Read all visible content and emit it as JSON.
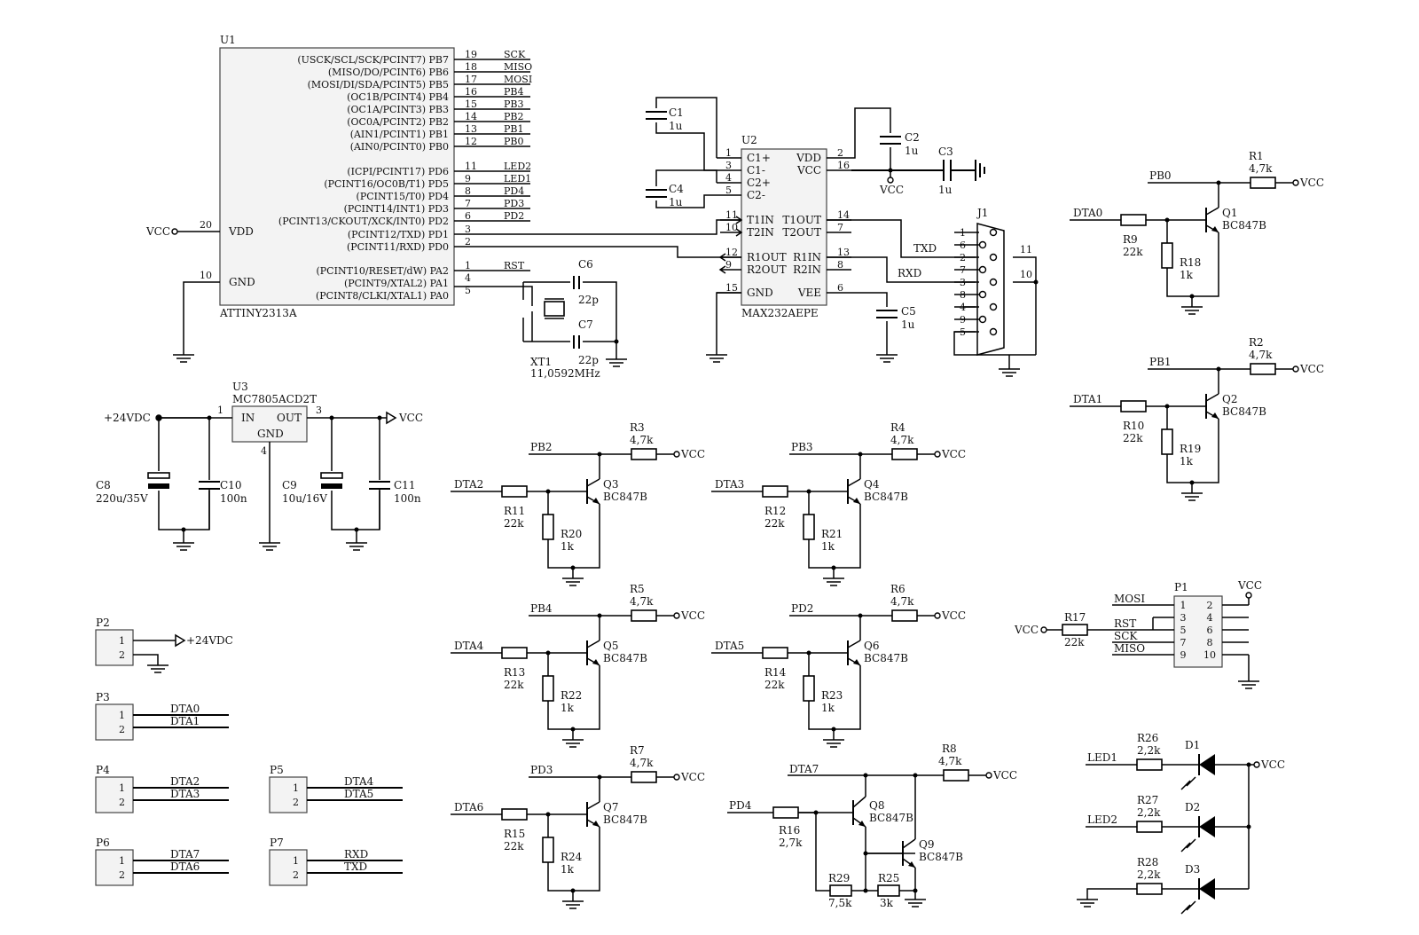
{
  "ic": {
    "u1": {
      "ref": "U1",
      "part": "ATTINY2313A",
      "vdd_label": "VDD",
      "vdd_pin": "20",
      "vcc_net": "VCC",
      "gnd_label": "GND",
      "gnd_pin": "10",
      "pins": [
        {
          "name": "(USCK/SCL/SCK/PCINT7) PB7",
          "num": "19",
          "net": "SCK"
        },
        {
          "name": "(MISO/DO/PCINT6) PB6",
          "num": "18",
          "net": "MISO"
        },
        {
          "name": "(MOSI/DI/SDA/PCINT5) PB5",
          "num": "17",
          "net": "MOSI"
        },
        {
          "name": "(OC1B/PCINT4) PB4",
          "num": "16",
          "net": "PB4"
        },
        {
          "name": "(OC1A/PCINT3) PB3",
          "num": "15",
          "net": "PB3"
        },
        {
          "name": "(OC0A/PCINT2) PB2",
          "num": "14",
          "net": "PB2"
        },
        {
          "name": "(AIN1/PCINT1) PB1",
          "num": "13",
          "net": "PB1"
        },
        {
          "name": "(AIN0/PCINT0) PB0",
          "num": "12",
          "net": "PB0"
        },
        {
          "name": "(ICPI/PCINT17) PD6",
          "num": "11",
          "net": "LED2"
        },
        {
          "name": "(PCINT16/OC0B/T1) PD5",
          "num": "9",
          "net": "LED1"
        },
        {
          "name": "(PCINT15/T0) PD4",
          "num": "8",
          "net": "PD4"
        },
        {
          "name": "(PCINT14/INT1) PD3",
          "num": "7",
          "net": "PD3"
        },
        {
          "name": "(PCINT13/CKOUT/XCK/INT0) PD2",
          "num": "6",
          "net": "PD2"
        },
        {
          "name": "(PCINT12/TXD) PD1",
          "num": "3",
          "net": ""
        },
        {
          "name": "(PCINT11/RXD) PD0",
          "num": "2",
          "net": ""
        },
        {
          "name": "(PCINT10/RESET/dW) PA2",
          "num": "1",
          "net": "RST"
        },
        {
          "name": "(PCINT9/XTAL2) PA1",
          "num": "4",
          "net": ""
        },
        {
          "name": "(PCINT8/CLKI/XTAL1) PA0",
          "num": "5",
          "net": ""
        }
      ]
    },
    "u2": {
      "ref": "U2",
      "part": "MAX232AEPE",
      "left": [
        {
          "name": "C1+",
          "num": "1"
        },
        {
          "name": "C1-",
          "num": "3"
        },
        {
          "name": "C2+",
          "num": "4"
        },
        {
          "name": "C2-",
          "num": "5"
        },
        {
          "name": "T1IN",
          "num": "11"
        },
        {
          "name": "T2IN",
          "num": "10"
        },
        {
          "name": "R1OUT",
          "num": "12"
        },
        {
          "name": "R2OUT",
          "num": "9"
        },
        {
          "name": "GND",
          "num": "15"
        }
      ],
      "right": [
        {
          "name": "VDD",
          "num": "2"
        },
        {
          "name": "VCC",
          "num": "16"
        },
        {
          "name": "T1OUT",
          "num": "14"
        },
        {
          "name": "T2OUT",
          "num": "7"
        },
        {
          "name": "R1IN",
          "num": "13"
        },
        {
          "name": "R2IN",
          "num": "8"
        },
        {
          "name": "VEE",
          "num": "6"
        }
      ]
    },
    "u3": {
      "ref": "U3",
      "part": "MC7805ACD2T",
      "in": "IN",
      "out": "OUT",
      "gnd": "GND",
      "pin_in": "1",
      "pin_out": "3",
      "pin_gnd": "4"
    },
    "j1": {
      "ref": "J1",
      "pins": [
        "1",
        "6",
        "2",
        "7",
        "3",
        "8",
        "4",
        "9",
        "5"
      ],
      "shell": [
        "11",
        "10"
      ],
      "txd": "TXD",
      "rxd": "RXD"
    }
  },
  "caps": {
    "c1": {
      "ref": "C1",
      "val": "1u"
    },
    "c2": {
      "ref": "C2",
      "val": "1u"
    },
    "c3": {
      "ref": "C3",
      "val": "1u"
    },
    "c4": {
      "ref": "C4",
      "val": "1u"
    },
    "c5": {
      "ref": "C5",
      "val": "1u"
    },
    "c6": {
      "ref": "C6",
      "val": "22p"
    },
    "c7": {
      "ref": "C7",
      "val": "22p"
    },
    "c8": {
      "ref": "C8",
      "val": "220u/35V"
    },
    "c9": {
      "ref": "C9",
      "val": "10u/16V"
    },
    "c10": {
      "ref": "C10",
      "val": "100n"
    },
    "c11": {
      "ref": "C11",
      "val": "100n"
    }
  },
  "xtal": {
    "ref": "XT1",
    "val": "11,0592MHz"
  },
  "nets": {
    "vcc": "VCC",
    "p24": "+24VDC"
  },
  "drivers": [
    {
      "ctrl": "PB0",
      "in": "DTA0",
      "r1": "R1",
      "r1v": "4,7k",
      "rb": "R9",
      "rbv": "22k",
      "re": "R18",
      "rev": "1k",
      "q": "Q1",
      "qp": "BC847B"
    },
    {
      "ctrl": "PB1",
      "in": "DTA1",
      "r1": "R2",
      "r1v": "4,7k",
      "rb": "R10",
      "rbv": "22k",
      "re": "R19",
      "rev": "1k",
      "q": "Q2",
      "qp": "BC847B"
    },
    {
      "ctrl": "PB2",
      "in": "DTA2",
      "r1": "R3",
      "r1v": "4,7k",
      "rb": "R11",
      "rbv": "22k",
      "re": "R20",
      "rev": "1k",
      "q": "Q3",
      "qp": "BC847B"
    },
    {
      "ctrl": "PB3",
      "in": "DTA3",
      "r1": "R4",
      "r1v": "4,7k",
      "rb": "R12",
      "rbv": "22k",
      "re": "R21",
      "rev": "1k",
      "q": "Q4",
      "qp": "BC847B"
    },
    {
      "ctrl": "PB4",
      "in": "DTA4",
      "r1": "R5",
      "r1v": "4,7k",
      "rb": "R13",
      "rbv": "22k",
      "re": "R22",
      "rev": "1k",
      "q": "Q5",
      "qp": "BC847B"
    },
    {
      "ctrl": "PD2",
      "in": "DTA5",
      "r1": "R6",
      "r1v": "4,7k",
      "rb": "R14",
      "rbv": "22k",
      "re": "R23",
      "rev": "1k",
      "q": "Q6",
      "qp": "BC847B"
    },
    {
      "ctrl": "PD3",
      "in": "DTA6",
      "r1": "R7",
      "r1v": "4,7k",
      "rb": "R15",
      "rbv": "22k",
      "re": "R24",
      "rev": "1k",
      "q": "Q7",
      "qp": "BC847B"
    }
  ],
  "d7": {
    "ctrl": "DTA7",
    "in": "PD4",
    "r1": "R8",
    "r1v": "4,7k",
    "rb": "R16",
    "rbv": "2,7k",
    "r29": "R29",
    "r29v": "7,5k",
    "r25": "R25",
    "r25v": "3k",
    "q8": "Q8",
    "q9": "Q9",
    "qp": "BC847B"
  },
  "connectors": {
    "p2": {
      "ref": "P2",
      "p1": "1",
      "p2": "2",
      "n1": "+24VDC"
    },
    "p3": {
      "ref": "P3",
      "p1": "1",
      "p2": "2",
      "n1": "DTA0",
      "n2": "DTA1"
    },
    "p4": {
      "ref": "P4",
      "p1": "1",
      "p2": "2",
      "n1": "DTA2",
      "n2": "DTA3"
    },
    "p5": {
      "ref": "P5",
      "p1": "1",
      "p2": "2",
      "n1": "DTA4",
      "n2": "DTA5"
    },
    "p6": {
      "ref": "P6",
      "p1": "1",
      "p2": "2",
      "n1": "DTA7",
      "n2": "DTA6"
    },
    "p7": {
      "ref": "P7",
      "p1": "1",
      "p2": "2",
      "n1": "RXD",
      "n2": "TXD"
    },
    "p1": {
      "ref": "P1",
      "pins": [
        "1",
        "2",
        "3",
        "4",
        "5",
        "6",
        "7",
        "8",
        "9",
        "10"
      ],
      "nets": [
        "MOSI",
        "RST",
        "SCK",
        "MISO"
      ],
      "r": "R17",
      "rv": "22k"
    }
  },
  "leds": [
    {
      "net": "LED1",
      "r": "R26",
      "rv": "2,2k",
      "d": "D1"
    },
    {
      "net": "LED2",
      "r": "R27",
      "rv": "2,2k",
      "d": "D2"
    },
    {
      "net": "",
      "r": "R28",
      "rv": "2,2k",
      "d": "D3"
    }
  ]
}
